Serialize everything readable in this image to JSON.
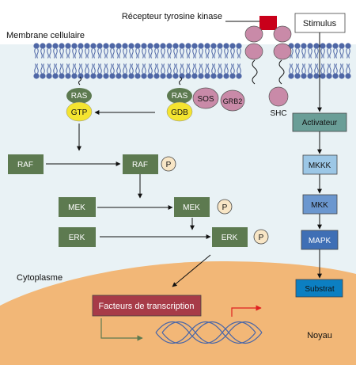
{
  "labels": {
    "receptor": "Récepteur tyrosine kinase",
    "stimulus": "Stimulus",
    "membrane": "Membrane cellulaire",
    "cytoplasm": "Cytoplasme",
    "nucleus": "Noyau",
    "shc": "SHC",
    "grb2": "GRB2",
    "sos": "SOS"
  },
  "left_pathway": {
    "ras_gtp": {
      "top": "RAS",
      "bottom": "GTP"
    },
    "ras_gdb": {
      "top": "RAS",
      "bottom": "GDB"
    },
    "raf_inactive": "RAF",
    "raf_active": "RAF",
    "mek_inactive": "MEK",
    "mek_active": "MEK",
    "erk_inactive": "ERK",
    "erk_active": "ERK",
    "phospho": "P",
    "transcription": "Facteurs de transcription"
  },
  "right_pathway": {
    "activator": "Activateur",
    "mkkk": "MKKK",
    "mkk": "MKK",
    "mapk": "MAPK",
    "substrate": "Substrat"
  },
  "colors": {
    "cytoplasm": "#e9f2f5",
    "nucleus": "#f2b777",
    "kinase_box": "#5d7a50",
    "ras": "#5d7a50",
    "gtp": "#f4e430",
    "sos_grb_shc": "#c98aa8",
    "phospho_fill": "#f8e6c6",
    "receptor": "#c9001a",
    "activator": "#6a9e97",
    "mkkk": "#9cc7e6",
    "mapk": "#3f6fb5",
    "substrate": "#0c7fc2",
    "transcription": "#a73b48",
    "dna": "#4966a8",
    "arrow_red": "#e02020",
    "arrow_green": "#5d7a50"
  }
}
